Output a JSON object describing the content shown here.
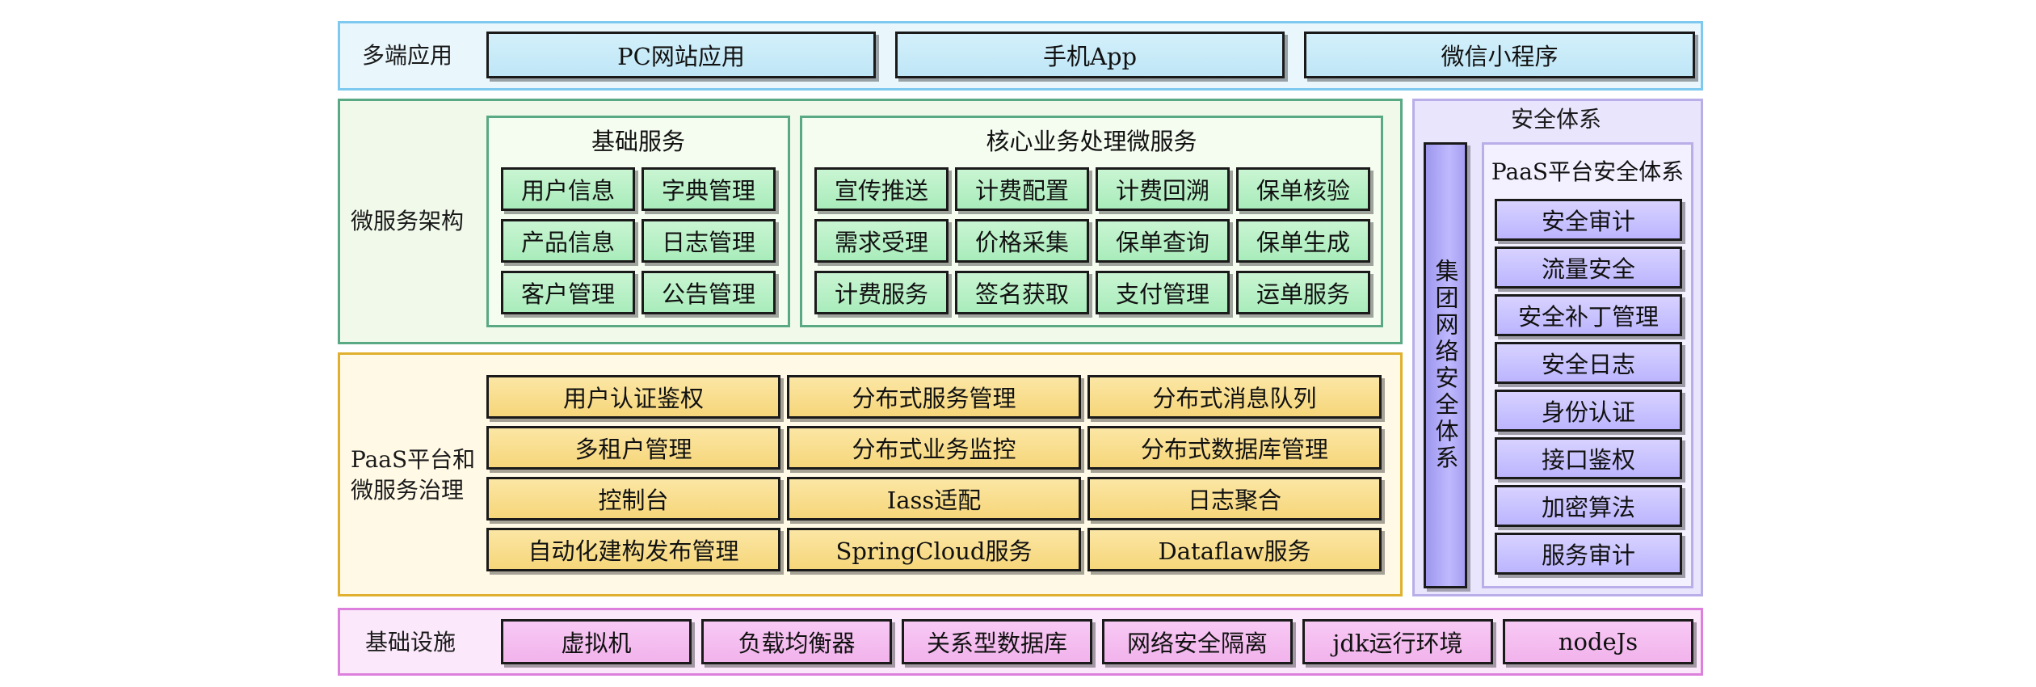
{
  "layers": {
    "multi": {
      "label": "多端应用",
      "items": [
        "PC网站应用",
        "手机App",
        "微信小程序"
      ]
    },
    "micro": {
      "label": "微服务架构",
      "basic": {
        "title": "基础服务",
        "items": [
          "用户信息",
          "字典管理",
          "产品信息",
          "日志管理",
          "客户管理",
          "公告管理"
        ]
      },
      "core": {
        "title": "核心业务处理微服务",
        "items": [
          "宣传推送",
          "计费配置",
          "计费回溯",
          "保单核验",
          "需求受理",
          "价格采集",
          "保单查询",
          "保单生成",
          "计费服务",
          "签名获取",
          "支付管理",
          "运单服务"
        ]
      }
    },
    "paas": {
      "label": "PaaS平台和\n微服务治理",
      "items": [
        "用户认证鉴权",
        "分布式服务管理",
        "分布式消息队列",
        "多租户管理",
        "分布式业务监控",
        "分布式数据库管理",
        "控制台",
        "Iass适配",
        "日志聚合",
        "自动化建构发布管理",
        "SpringCloud服务",
        "Dataflaw服务"
      ]
    },
    "security": {
      "label": "安全体系",
      "group_network": "集团网络安全体系",
      "paas_title": "PaaS平台安全体系",
      "items": [
        "安全审计",
        "流量安全",
        "安全补丁管理",
        "安全日志",
        "身份认证",
        "接口鉴权",
        "加密算法",
        "服务审计"
      ]
    },
    "infra": {
      "label": "基础设施",
      "items": [
        "虚拟机",
        "负载均衡器",
        "关系型数据库",
        "网络安全隔离",
        "jdk运行环境",
        "nodeJs"
      ]
    }
  }
}
